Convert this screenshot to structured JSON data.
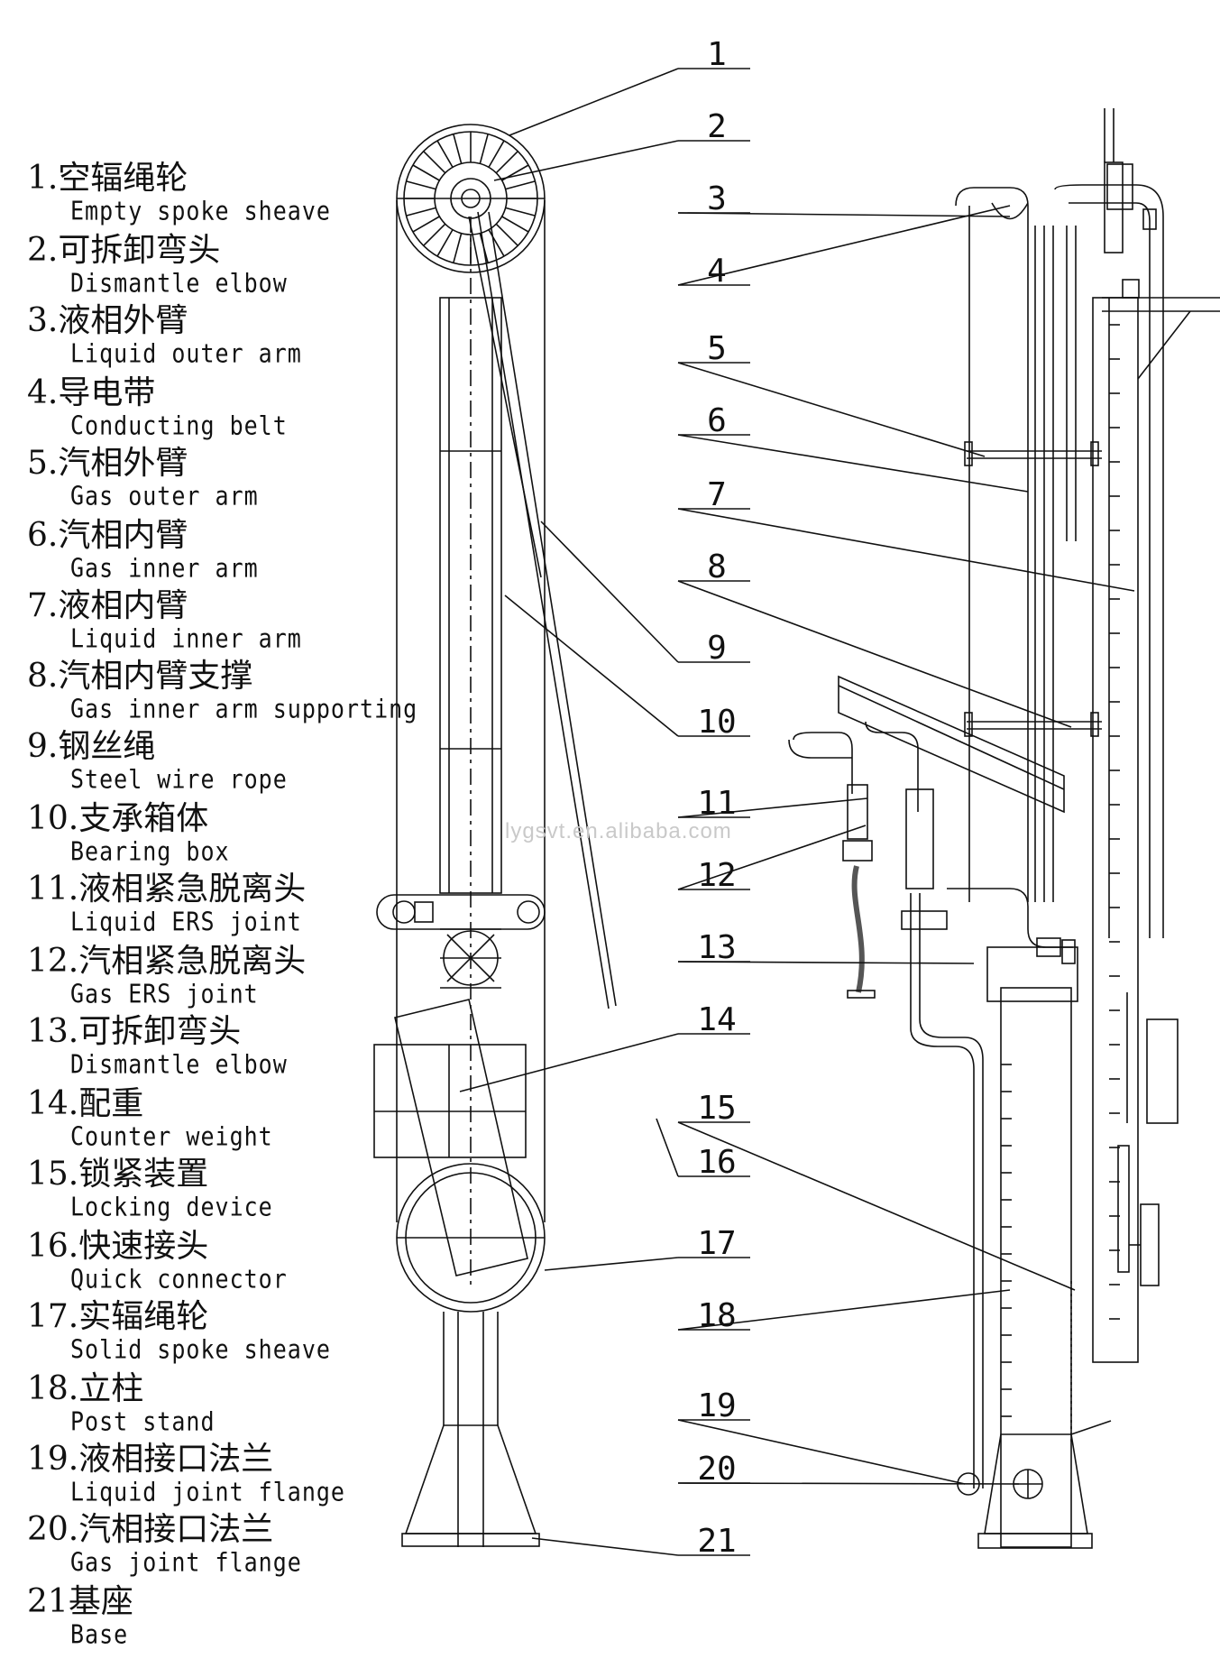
{
  "legend": [
    {
      "number": "1.",
      "zh": "空辐绳轮",
      "en": "Empty spoke sheave"
    },
    {
      "number": "2.",
      "zh": "可拆卸弯头",
      "en": "Dismantle elbow"
    },
    {
      "number": "3.",
      "zh": "液相外臂",
      "en": "Liquid outer arm"
    },
    {
      "number": "4.",
      "zh": "导电带",
      "en": "Conducting belt"
    },
    {
      "number": "5.",
      "zh": "汽相外臂",
      "en": "Gas outer arm"
    },
    {
      "number": "6.",
      "zh": "汽相内臂",
      "en": "Gas inner arm"
    },
    {
      "number": "7.",
      "zh": "液相内臂",
      "en": "Liquid inner arm"
    },
    {
      "number": "8.",
      "zh": "汽相内臂支撑",
      "en": "Gas inner arm supporting"
    },
    {
      "number": "9.",
      "zh": "钢丝绳",
      "en": "Steel wire rope"
    },
    {
      "number": "10.",
      "zh": "支承箱体",
      "en": "Bearing box"
    },
    {
      "number": "11.",
      "zh": "液相紧急脱离头",
      "en": "Liquid ERS joint"
    },
    {
      "number": "12.",
      "zh": "汽相紧急脱离头",
      "en": "Gas ERS joint"
    },
    {
      "number": "13.",
      "zh": "可拆卸弯头",
      "en": "Dismantle elbow"
    },
    {
      "number": "14.",
      "zh": "配重",
      "en": "Counter weight"
    },
    {
      "number": "15.",
      "zh": "锁紧装置",
      "en": "Locking device"
    },
    {
      "number": "16.",
      "zh": "快速接头",
      "en": "Quick connector"
    },
    {
      "number": "17.",
      "zh": "实辐绳轮",
      "en": "Solid spoke sheave"
    },
    {
      "number": "18.",
      "zh": "立柱",
      "en": "Post stand"
    },
    {
      "number": "19.",
      "zh": "液相接口法兰",
      "en": "Liquid joint flange"
    },
    {
      "number": "20.",
      "zh": "汽相接口法兰",
      "en": "Gas joint flange"
    },
    {
      "number": "21",
      "zh": "基座",
      "en": "Base"
    }
  ],
  "callouts": [
    "1",
    "2",
    "3",
    "4",
    "5",
    "6",
    "7",
    "8",
    "9",
    "10",
    "11",
    "12",
    "13",
    "14",
    "15",
    "16",
    "17",
    "18",
    "19",
    "20",
    "21"
  ],
  "watermark": "lygsvt.en.alibaba.com",
  "colors": {
    "line": "#111111",
    "background": "#ffffff",
    "watermark": "#c9c9c9"
  }
}
